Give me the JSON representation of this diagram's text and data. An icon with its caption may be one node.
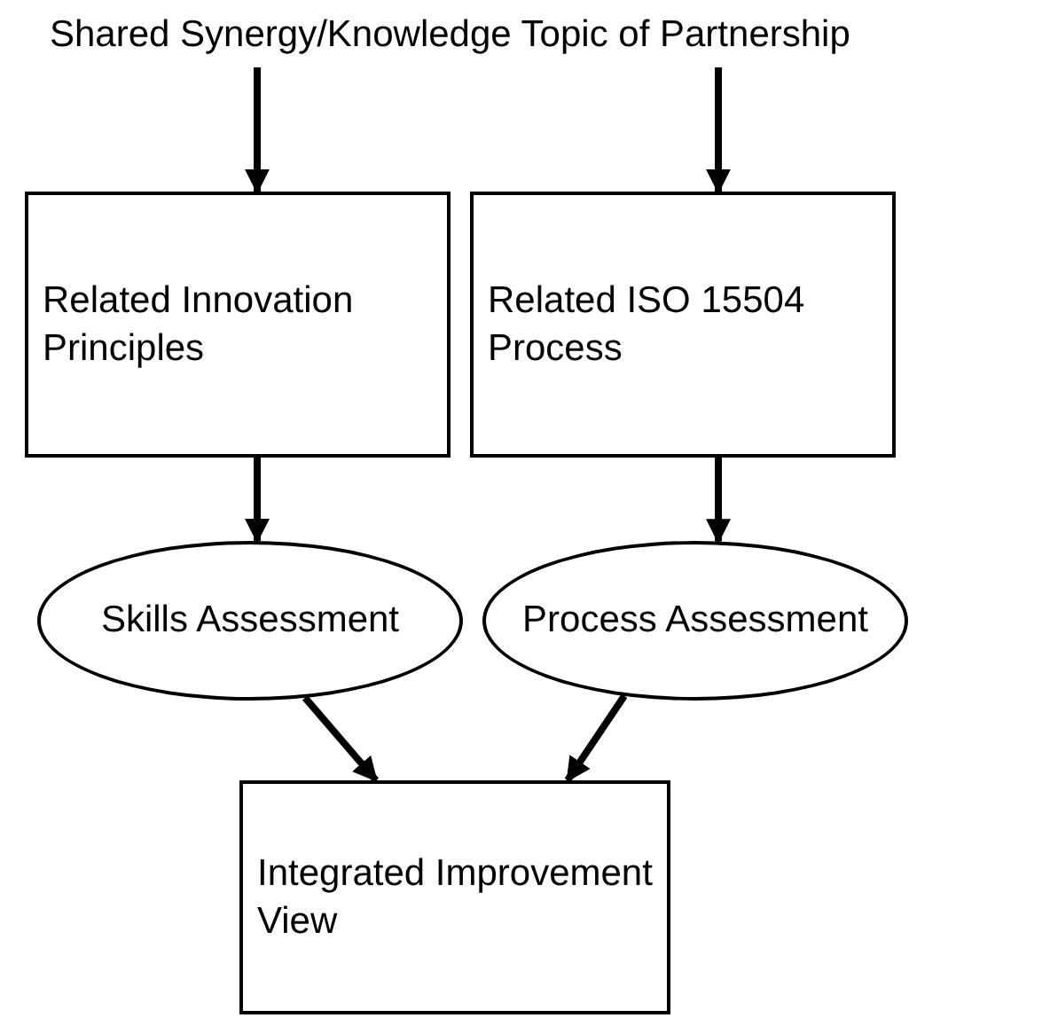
{
  "diagram": {
    "nodes": [
      {
        "text": [
          "Shared Synergy/Knowledge Topic of Partnership"
        ]
      },
      {
        "text": [
          "Related Innovation Principles"
        ]
      },
      {
        "text": [
          "Related ISO 15504 Process"
        ]
      },
      {
        "text": [
          "Skills Assessment"
        ]
      },
      {
        "text": [
          "Process Assessment"
        ]
      },
      {
        "text": [
          "Integrated Improvement View"
        ]
      }
    ],
    "edges": [
      {
        "from": 0,
        "to": 1,
        "arrow": "to"
      },
      {
        "from": 0,
        "to": 2,
        "arrow": "to"
      },
      {
        "from": 1,
        "to": 3,
        "arrow": "to"
      },
      {
        "from": 2,
        "to": 4,
        "arrow": "to"
      },
      {
        "from": 3,
        "to": 5,
        "arrow": "to"
      },
      {
        "from": 4,
        "to": 5,
        "arrow": "to"
      }
    ]
  }
}
